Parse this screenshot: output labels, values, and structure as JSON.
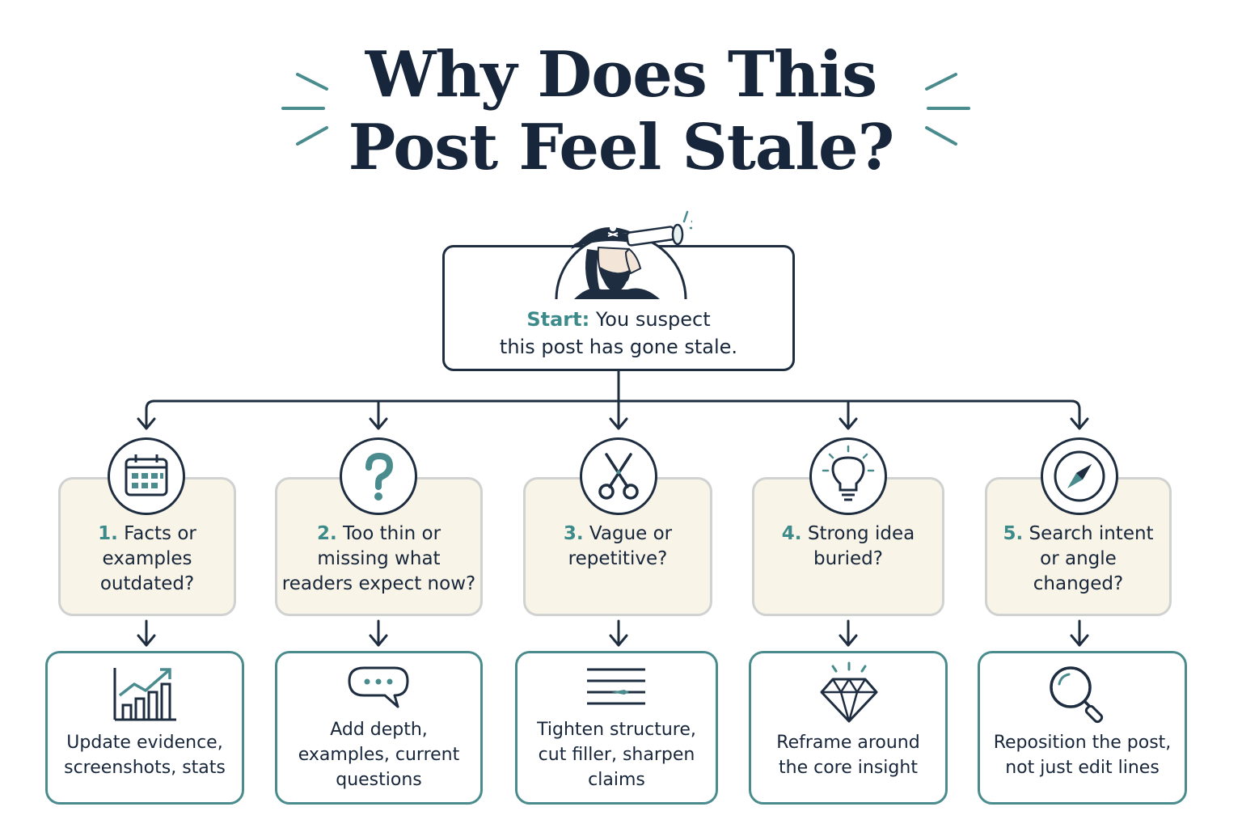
{
  "title": {
    "line1": "Why Does This",
    "line2": "Post Feel Stale?"
  },
  "start": {
    "label": "Start:",
    "line1": "You suspect",
    "line2": "this post has gone stale."
  },
  "questions": [
    {
      "num": "1.",
      "line1": "Facts or",
      "line2": "examples",
      "line3": "outdated?",
      "icon": "calendar-icon"
    },
    {
      "num": "2.",
      "line1": "Too thin or",
      "line2": "missing what",
      "line3": "readers expect now?",
      "icon": "question-mark-icon"
    },
    {
      "num": "3.",
      "line1": "Vague or",
      "line2": "repetitive?",
      "line3": "",
      "icon": "scissors-icon"
    },
    {
      "num": "4.",
      "line1": "Strong idea",
      "line2": "buried?",
      "line3": "",
      "icon": "lightbulb-icon"
    },
    {
      "num": "5.",
      "line1": "Search intent",
      "line2": "or angle",
      "line3": "changed?",
      "icon": "compass-icon"
    }
  ],
  "actions": [
    {
      "line1": "Update evidence,",
      "line2": "screenshots, stats",
      "line3": "",
      "icon": "growth-chart-icon"
    },
    {
      "line1": "Add depth,",
      "line2": "examples, current",
      "line3": "questions",
      "icon": "speech-bubble-icon"
    },
    {
      "line1": "Tighten structure,",
      "line2": "cut filler, sharpen",
      "line3": "claims",
      "icon": "text-lines-icon"
    },
    {
      "line1": "Reframe around",
      "line2": "the core insight",
      "line3": "",
      "icon": "diamond-icon"
    },
    {
      "line1": "Reposition the post,",
      "line2": "not just edit lines",
      "line3": "",
      "icon": "magnifier-icon"
    }
  ],
  "colors": {
    "navy": "#1e2d40",
    "teal": "#3d8a8a",
    "cream": "#f8f4e8",
    "box_border_teal": "#4a8c8e"
  }
}
